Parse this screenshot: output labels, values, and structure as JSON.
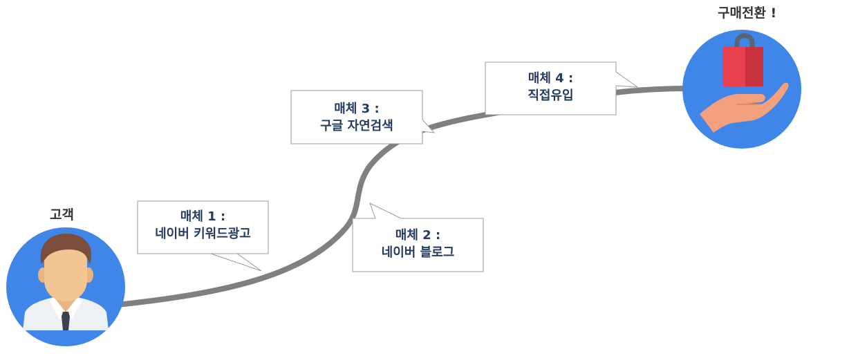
{
  "diagram": {
    "start_label": "고객",
    "end_label": "구매전환 !",
    "steps": [
      {
        "title": "매체 1 :",
        "name": "네이버 키워드광고"
      },
      {
        "title": "매체 2 :",
        "name": "네이버 블로그"
      },
      {
        "title": "매체 3 :",
        "name": "구글 자연검색"
      },
      {
        "title": "매체 4 :",
        "name": "직접유입"
      }
    ]
  },
  "colors": {
    "path": "#808080",
    "circle": "#3f86e8",
    "text": "#233b62",
    "bag": "#e8404f",
    "hand": "#f2a07e"
  }
}
